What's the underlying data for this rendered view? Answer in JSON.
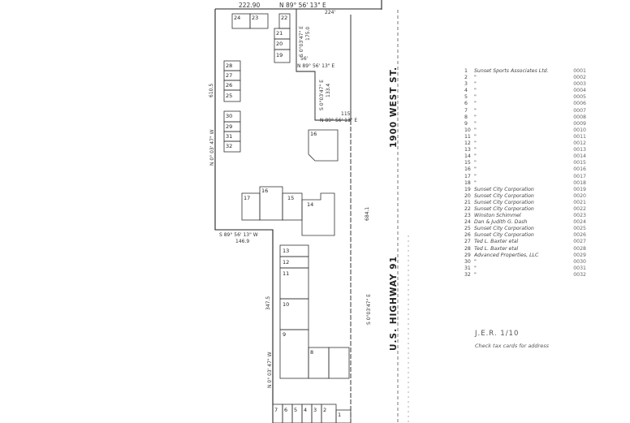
{
  "plat": {
    "road_labels": {
      "west_street": "1900 WEST ST.",
      "highway": "U.S. HIGHWAY 91"
    },
    "bearings": {
      "top_north": "N 89° 56' 13\" E",
      "top_distance": "222.90",
      "top_right_distance": "224'",
      "notch_south": "S 0°03'47\" E",
      "notch_south_distance": "175.0",
      "notch_north": "N 89° 56' 13\" E",
      "notch_north_distance": "56'",
      "inner_south": "S 0°03'47\" E",
      "inner_south_distance": "133.4",
      "inner_north": "N 89° 56' 13\" E",
      "inner_north_distance": "115'",
      "left_west": "N 0° 03' 47\" W",
      "left_west_distance": "610.5",
      "bottom_south": "S 89° 56' 13\" W",
      "bottom_south_distance": "146.9",
      "east_long": "S 0°03'47\" E",
      "east_long_distance": "684.1",
      "lower_west": "N 0° 03' 47\" W",
      "lower_west_distance": "347.5"
    },
    "lots": [
      "24",
      "23",
      "22",
      "21",
      "20",
      "19",
      "28",
      "27",
      "26",
      "25",
      "30",
      "29",
      "31",
      "32",
      "16",
      "17",
      "15",
      "14",
      "13",
      "12",
      "11",
      "10",
      "9",
      "8",
      "7",
      "6",
      "5",
      "4",
      "3",
      "2",
      "1"
    ]
  },
  "owners": [
    {
      "num": "1",
      "name": "Sunset Sports Associates Ltd.",
      "code": "0001"
    },
    {
      "num": "2",
      "name": "\"",
      "code": "0002"
    },
    {
      "num": "3",
      "name": "\"",
      "code": "0003"
    },
    {
      "num": "4",
      "name": "\"",
      "code": "0004"
    },
    {
      "num": "5",
      "name": "\"",
      "code": "0005"
    },
    {
      "num": "6",
      "name": "\"",
      "code": "0006"
    },
    {
      "num": "7",
      "name": "\"",
      "code": "0007"
    },
    {
      "num": "8",
      "name": "\"",
      "code": "0008"
    },
    {
      "num": "9",
      "name": "\"",
      "code": "0009"
    },
    {
      "num": "10",
      "name": "\"",
      "code": "0010"
    },
    {
      "num": "11",
      "name": "\"",
      "code": "0011"
    },
    {
      "num": "12",
      "name": "\"",
      "code": "0012"
    },
    {
      "num": "13",
      "name": "\"",
      "code": "0013"
    },
    {
      "num": "14",
      "name": "\"",
      "code": "0014"
    },
    {
      "num": "15",
      "name": "\"",
      "code": "0015"
    },
    {
      "num": "16",
      "name": "\"",
      "code": "0016"
    },
    {
      "num": "17",
      "name": "\"",
      "code": "0017"
    },
    {
      "num": "18",
      "name": "\"",
      "code": "0018"
    },
    {
      "num": "19",
      "name": "Sunset City Corporation",
      "code": "0019"
    },
    {
      "num": "20",
      "name": "Sunset City Corporation",
      "code": "0020"
    },
    {
      "num": "21",
      "name": "Sunset City Corporation",
      "code": "0021"
    },
    {
      "num": "22",
      "name": "Sunset City Corporation",
      "code": "0022"
    },
    {
      "num": "23",
      "name": "Winston Schimmel",
      "code": "0023"
    },
    {
      "num": "24",
      "name": "Dan & Judith G. Dash",
      "code": "0024"
    },
    {
      "num": "25",
      "name": "Sunset City Corporation",
      "code": "0025"
    },
    {
      "num": "26",
      "name": "Sunset City Corporation",
      "code": "0026"
    },
    {
      "num": "27",
      "name": "Ted L. Baxter etal",
      "code": "0027"
    },
    {
      "num": "28",
      "name": "Ted L. Baxter etal",
      "code": "0028"
    },
    {
      "num": "29",
      "name": "Advanced Properties, LLC",
      "code": "0029"
    },
    {
      "num": "30",
      "name": "\"",
      "code": "0030"
    },
    {
      "num": "31",
      "name": "\"",
      "code": "0031"
    },
    {
      "num": "32",
      "name": "\"",
      "code": "0032"
    }
  ],
  "note": {
    "ref": "J.E.R. 1/10",
    "text": "Check tax cards for address"
  }
}
